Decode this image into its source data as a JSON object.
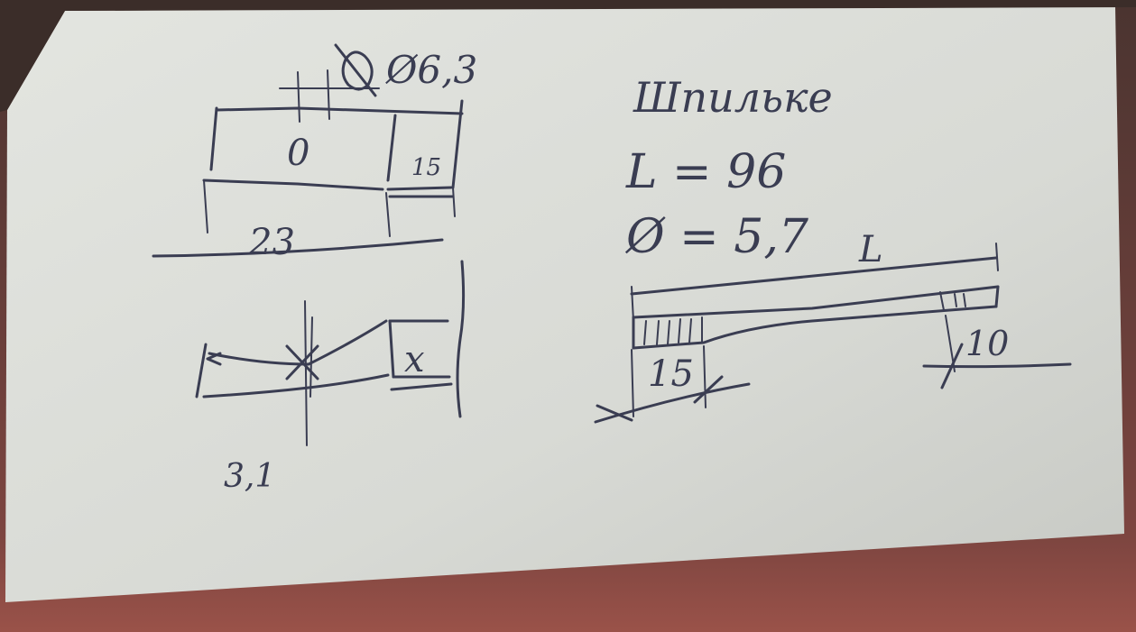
{
  "sketch": {
    "top_left": {
      "diameter_label": "Ø6,3",
      "zero_label": "0",
      "fifteen_label": "15",
      "width_label": "23"
    },
    "bottom_left": {
      "x_label": "x",
      "dim_label": "3,1"
    },
    "right": {
      "title": "Шпильке",
      "length_formula": "L = 96",
      "diameter_formula": "Ø = 5,7",
      "length_symbol": "L",
      "left_thread_label": "15",
      "right_thread_label": "10"
    }
  },
  "colors": {
    "paper": "#d9dbd6",
    "ink": "#3a3d52",
    "table": "#8a4a42"
  }
}
